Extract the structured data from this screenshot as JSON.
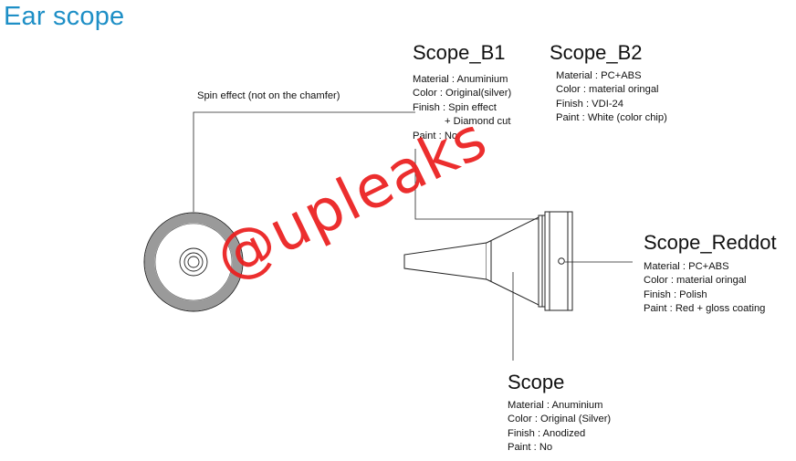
{
  "page_title": "Ear scope",
  "spin_caption": "Spin effect (not on the chamfer)",
  "scope_b1": {
    "heading": "Scope_B1",
    "lines": [
      "Material : Anuminium",
      "Color : Original(silver)",
      "Finish : Spin effect",
      "+ Diamond cut",
      "Paint : No"
    ]
  },
  "scope_b2": {
    "heading": "Scope_B2",
    "lines": [
      "Material : PC+ABS",
      "Color : material oringal",
      "Finish : VDI-24",
      "Paint : White (color chip)"
    ]
  },
  "scope_reddot": {
    "heading": "Scope_Reddot",
    "lines": [
      "Material : PC+ABS",
      "Color : material oringal",
      "Finish : Polish",
      "Paint : Red + gloss coating"
    ]
  },
  "scope": {
    "heading": "Scope",
    "lines": [
      "Material : Anuminium",
      "Color : Original (Silver)",
      "Finish : Anodized",
      "Paint : No"
    ]
  },
  "watermark": "@upleaks",
  "colors": {
    "title": "#1e8fc6",
    "watermark": "#eb1e1e",
    "ring": "#9a9a9a"
  }
}
